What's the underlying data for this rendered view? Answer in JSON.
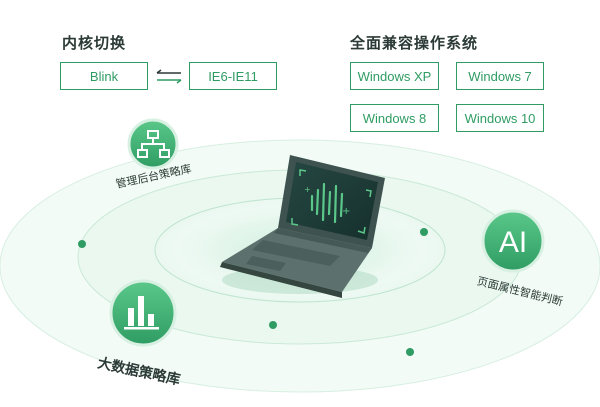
{
  "kernel": {
    "title": "内核切换",
    "left": "Blink",
    "right": "IE6-IE11"
  },
  "os": {
    "title": "全面兼容操作系统",
    "items": [
      "Windows XP",
      "Windows 7",
      "Windows 8",
      "Windows 10"
    ]
  },
  "features": {
    "backend_policy": "管理后台策略库",
    "ai_judgement": "页面属性智能判断",
    "ai_badge": "AI",
    "big_data_policy": "大数据策略库"
  },
  "colors": {
    "accent": "#2f9c63",
    "accent_light": "#5bc88a",
    "laptop_body": "#3e5350",
    "laptop_screen": "#1d3c38"
  }
}
